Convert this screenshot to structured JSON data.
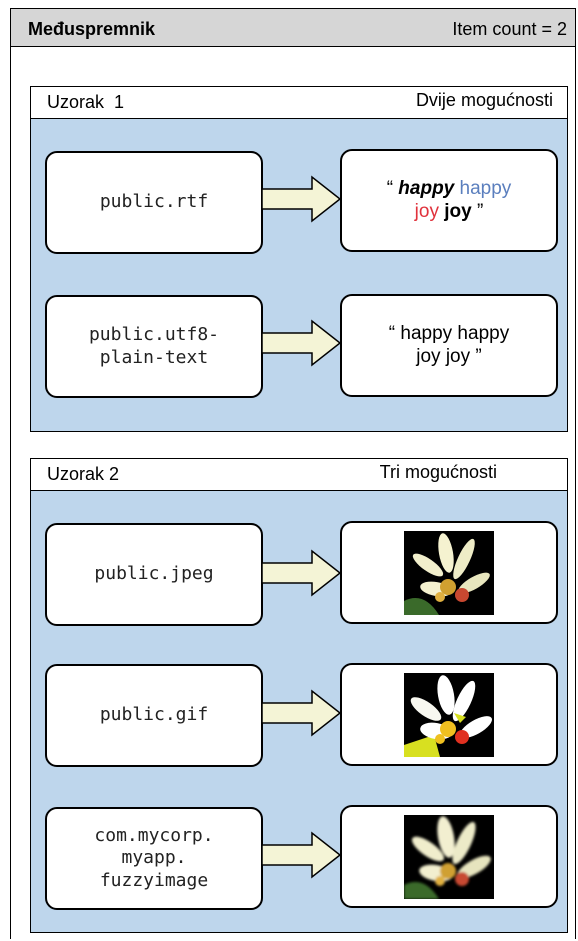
{
  "header": {
    "title": "Međuspremnik",
    "count": "Item count = 2"
  },
  "samples": [
    {
      "name": "Uzorak  1",
      "desc": "Dvije mogućnosti",
      "items": [
        {
          "type": "public.rtf",
          "rich": {
            "open": "“ ",
            "w1": "happy",
            "w2": "happy",
            "w3": "joy",
            "w4": "joy",
            "close": " ”"
          }
        },
        {
          "type": "public.utf8-\nplain-text",
          "text": "“ happy happy\njoy joy ”"
        }
      ]
    },
    {
      "name": "Uzorak 2",
      "desc": "Tri mogućnosti",
      "items": [
        {
          "type": "public.jpeg",
          "image": "orchid-photo"
        },
        {
          "type": "public.gif",
          "image": "orchid-photo-gif"
        },
        {
          "type": "com.mycorp.\nmyapp.\nfuzzyimage",
          "image": "orchid-photo-fuzzy"
        }
      ]
    }
  ],
  "colors": {
    "panel": "#bed6ec",
    "header": "#d6d6d6",
    "arrow_fill": "#f4f4d6",
    "blue_word": "#5b7fbe",
    "red_word": "#e0323c"
  }
}
